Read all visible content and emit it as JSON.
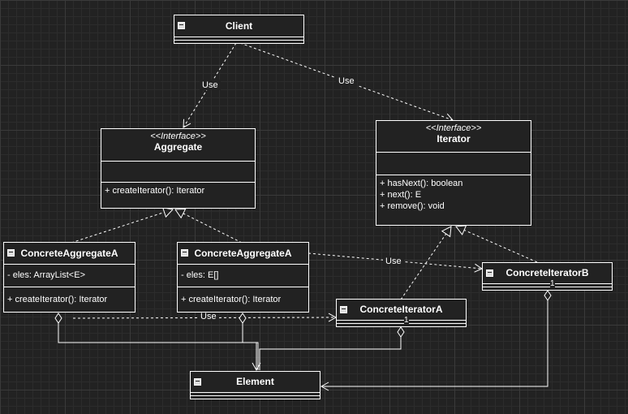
{
  "classes": {
    "client": {
      "name": "Client"
    },
    "aggregate": {
      "stereotype": "<<Interface>>",
      "name": "Aggregate",
      "methods": [
        "+ createIterator(): Iterator"
      ]
    },
    "iterator": {
      "stereotype": "<<Interface>>",
      "name": "Iterator",
      "methods": [
        "+ hasNext(): boolean",
        "+ next(): E",
        "+ remove(): void"
      ]
    },
    "concrete_aggregate_a1": {
      "name": "ConcreteAggregateA",
      "fields": [
        "- eles: ArrayList<E>"
      ],
      "methods": [
        "+ createIterator(): Iterator"
      ]
    },
    "concrete_aggregate_a2": {
      "name": "ConcreteAggregateA",
      "fields": [
        "- eles: E[]"
      ],
      "methods": [
        "+ createIterator(): Iterator"
      ]
    },
    "concrete_iterator_a": {
      "name": "ConcreteIteratorA",
      "multiplicity": "1"
    },
    "concrete_iterator_b": {
      "name": "ConcreteIteratorB",
      "multiplicity": "1"
    },
    "element": {
      "name": "Element"
    }
  },
  "edges": {
    "use_label": "Use"
  },
  "colors": {
    "background": "#222222",
    "line": "#ffffff",
    "grid": "#3a3a3a"
  }
}
